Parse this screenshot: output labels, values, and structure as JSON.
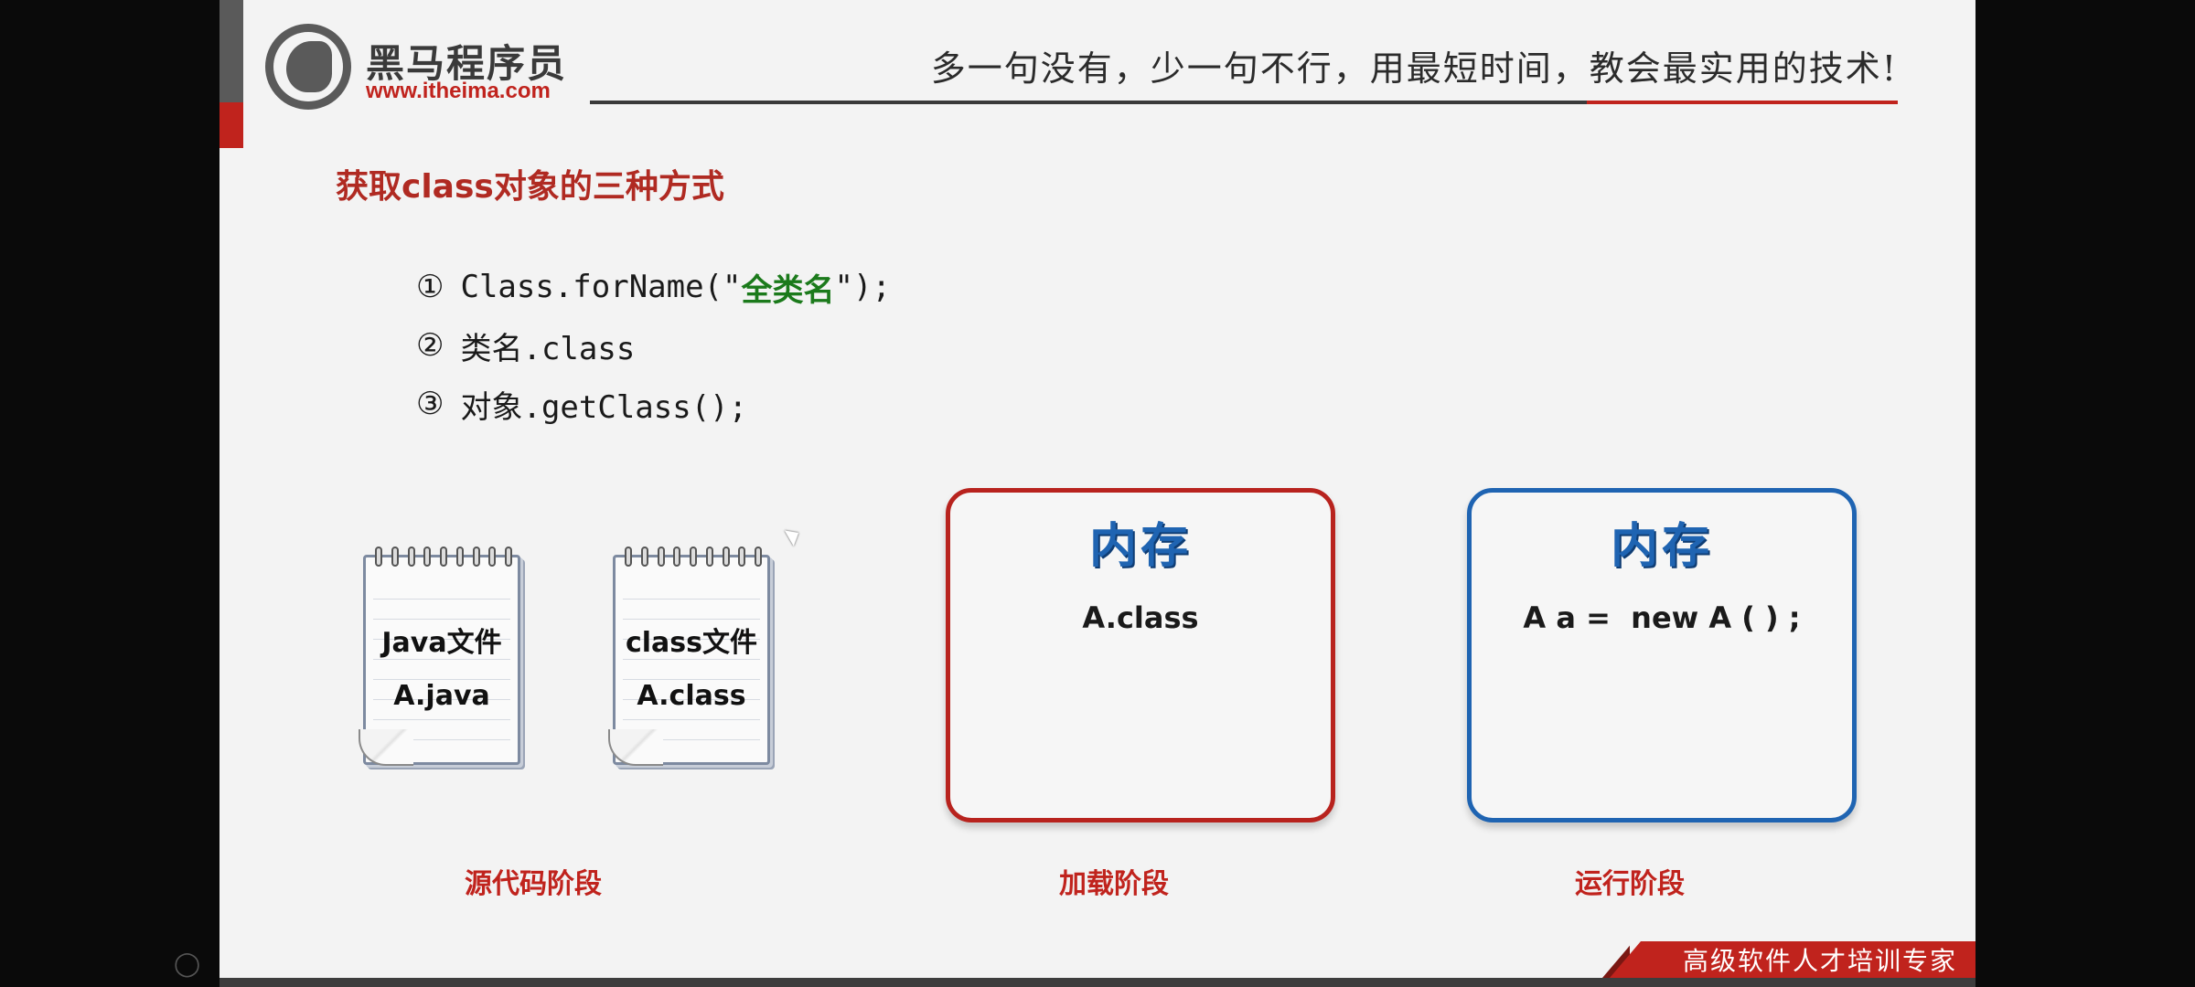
{
  "header": {
    "logo_name": "黑马程序员",
    "logo_url": "www.itheima.com",
    "slogan": "多一句没有，少一句不行，用最短时间，教会最实用的技术!"
  },
  "section_title": "获取class对象的三种方式",
  "methods": [
    {
      "num": "①",
      "pre": "Class.forName(\"",
      "highlight": "全类名",
      "post": "\");"
    },
    {
      "num": "②",
      "text": "类名.class"
    },
    {
      "num": "③",
      "text": "对象.getClass();"
    }
  ],
  "notebooks": [
    {
      "title": "Java文件",
      "file": "A.java"
    },
    {
      "title": "class文件",
      "file": "A.class"
    }
  ],
  "memory_boxes": [
    {
      "title": "内存",
      "content": "A.class"
    },
    {
      "title": "内存",
      "content": "A a =  new A ( ) ;"
    }
  ],
  "stages": [
    "源代码阶段",
    "加载阶段",
    "运行阶段"
  ],
  "footer_tag": "高级软件人才培训专家",
  "colors": {
    "brand_red": "#c0231d",
    "memory_blue": "#1f64b2",
    "method_highlight": "#1b7a1b"
  }
}
